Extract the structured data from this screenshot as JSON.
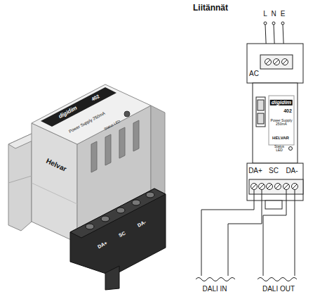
{
  "diagram": {
    "title": "Liitännät",
    "labels": [
      "L",
      "N",
      "E",
      "AC",
      "digidim",
      "402",
      "Power Supply 250mA",
      "HELVAR",
      "Status LED",
      "DA+",
      "SC",
      "DA-",
      "DALI IN",
      "DALI OUT",
      "digidim",
      "402",
      "Power Supply 250mA",
      "Status LED",
      "Helvar",
      "DA+",
      "SC",
      "DA-"
    ]
  }
}
